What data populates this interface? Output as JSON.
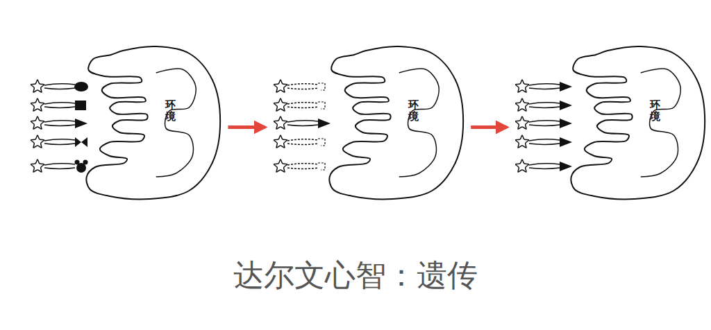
{
  "diagram": {
    "caption": "达尔文心智：遗传",
    "nodes": [
      {
        "text": [
          "环境"
        ]
      },
      {
        "text": [
          "环境"
        ]
      },
      {
        "text": [
          "环境"
        ]
      }
    ],
    "edges": [
      {
        "from": 0,
        "to": 1,
        "arrow": "to"
      },
      {
        "from": 1,
        "to": 2,
        "arrow": "to"
      }
    ]
  }
}
